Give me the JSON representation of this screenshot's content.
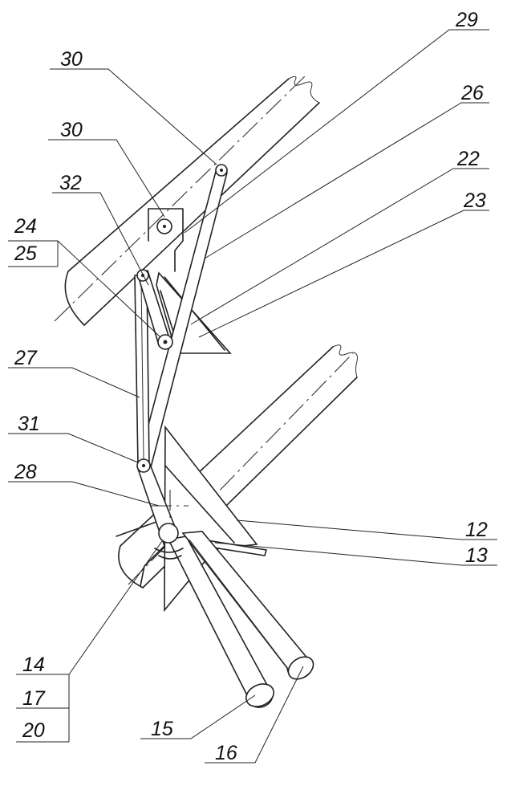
{
  "labels": {
    "l30a": "30",
    "l30b": "30",
    "l29": "29",
    "l26": "26",
    "l22": "22",
    "l23": "23",
    "l32": "32",
    "l24": "24",
    "l25": "25",
    "l27": "27",
    "l31": "31",
    "l28": "28",
    "l12": "12",
    "l13": "13",
    "l14": "14",
    "l17": "17",
    "l20": "20",
    "l15": "15",
    "l16": "16"
  }
}
